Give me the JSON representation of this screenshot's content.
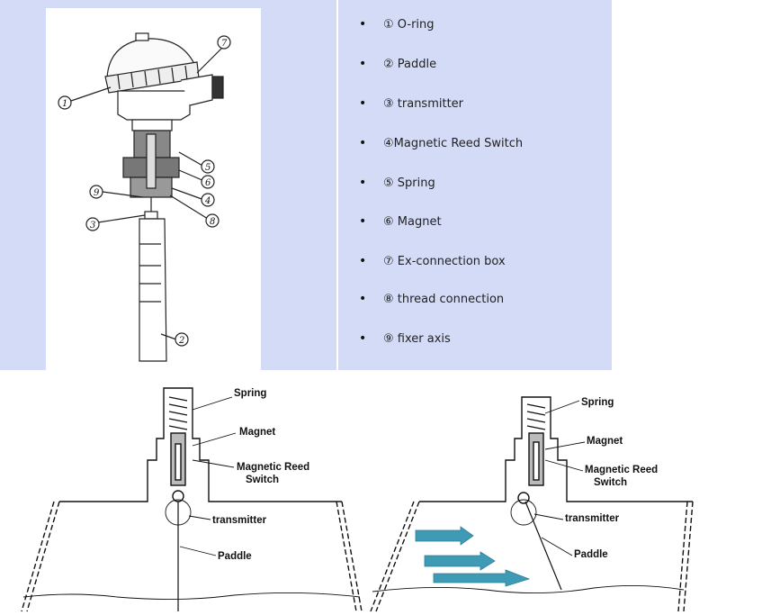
{
  "parts": [
    {
      "label": "① O-ring"
    },
    {
      "label": "② Paddle"
    },
    {
      "label": "③ transmitter"
    },
    {
      "label": "④Magnetic Reed Switch"
    },
    {
      "label": "⑤ Spring"
    },
    {
      "label": "⑥ Magnet"
    },
    {
      "label": "⑦ Ex-connection box"
    },
    {
      "label": "⑧ thread connection"
    },
    {
      "label": "⑨ fixer axis"
    }
  ],
  "drawing_numbers": [
    "1",
    "7",
    "5",
    "6",
    "9",
    "4",
    "3",
    "8",
    "2"
  ],
  "diagram_labels": {
    "spring": "Spring",
    "magnet": "Magnet",
    "reed_switch_line1": "Magnetic Reed",
    "reed_switch_line2": "Switch",
    "transmitter": "transmitter",
    "paddle": "Paddle"
  },
  "colors": {
    "panel_bg": "#d3dbf6",
    "flow_arrow": "#3f9bb5"
  }
}
